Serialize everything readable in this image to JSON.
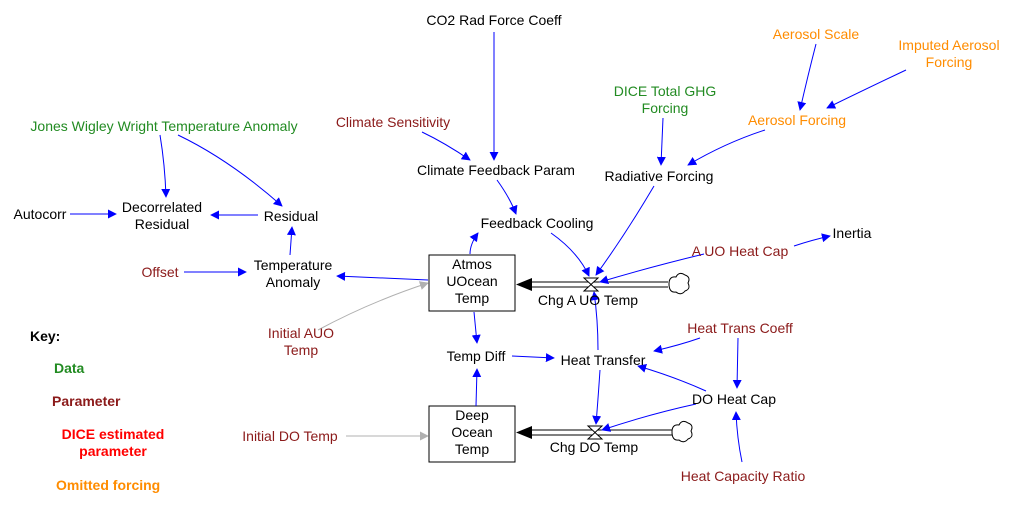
{
  "colors": {
    "data": "#228b22",
    "parameter": "#8b1a1a",
    "dice_estimated": "#ff0000",
    "omitted": "#ff8c00",
    "plain": "#000000",
    "link": "#0000ff",
    "init_link": "#b0b0b0"
  },
  "stocks": {
    "atmos": [
      "Atmos",
      "UOcean",
      "Temp"
    ],
    "deep": [
      "Deep",
      "Ocean",
      "Temp"
    ]
  },
  "variables": {
    "co2_rad_force_coeff": [
      "CO2 Rad Force Coeff"
    ],
    "aerosol_scale": [
      "Aerosol Scale"
    ],
    "imputed_aerosol_forcing": [
      "Imputed Aerosol",
      "Forcing"
    ],
    "dice_total_ghg_forcing": [
      "DICE Total GHG",
      "Forcing"
    ],
    "aerosol_forcing": [
      "Aerosol Forcing"
    ],
    "jones_wigley_wright": [
      "Jones Wigley Wright Temperature Anomaly"
    ],
    "climate_sensitivity": [
      "Climate Sensitivity"
    ],
    "climate_feedback_param": [
      "Climate Feedback Param"
    ],
    "radiative_forcing": [
      "Radiative Forcing"
    ],
    "autocorr": [
      "Autocorr"
    ],
    "decorrelated_residual": [
      "Decorrelated",
      "Residual"
    ],
    "residual": [
      "Residual"
    ],
    "feedback_cooling": [
      "Feedback Cooling"
    ],
    "inertia": [
      "Inertia"
    ],
    "a_uo_heat_cap": [
      "A UO Heat Cap"
    ],
    "offset": [
      "Offset"
    ],
    "temperature_anomaly": [
      "Temperature",
      "Anomaly"
    ],
    "chg_a_uo_temp": [
      "Chg A UO Temp"
    ],
    "initial_auo_temp": [
      "Initial AUO",
      "Temp"
    ],
    "heat_trans_coeff": [
      "Heat Trans Coeff"
    ],
    "temp_diff": [
      "Temp Diff"
    ],
    "heat_transfer": [
      "Heat Transfer"
    ],
    "do_heat_cap": [
      "DO Heat Cap"
    ],
    "initial_do_temp": [
      "Initial DO Temp"
    ],
    "chg_do_temp": [
      "Chg DO Temp"
    ],
    "heat_capacity_ratio": [
      "Heat Capacity Ratio"
    ]
  },
  "key": {
    "title": "Key:",
    "data": "Data",
    "parameter": "Parameter",
    "dice_estimated": [
      "DICE estimated",
      "parameter"
    ],
    "omitted": "Omitted forcing"
  }
}
